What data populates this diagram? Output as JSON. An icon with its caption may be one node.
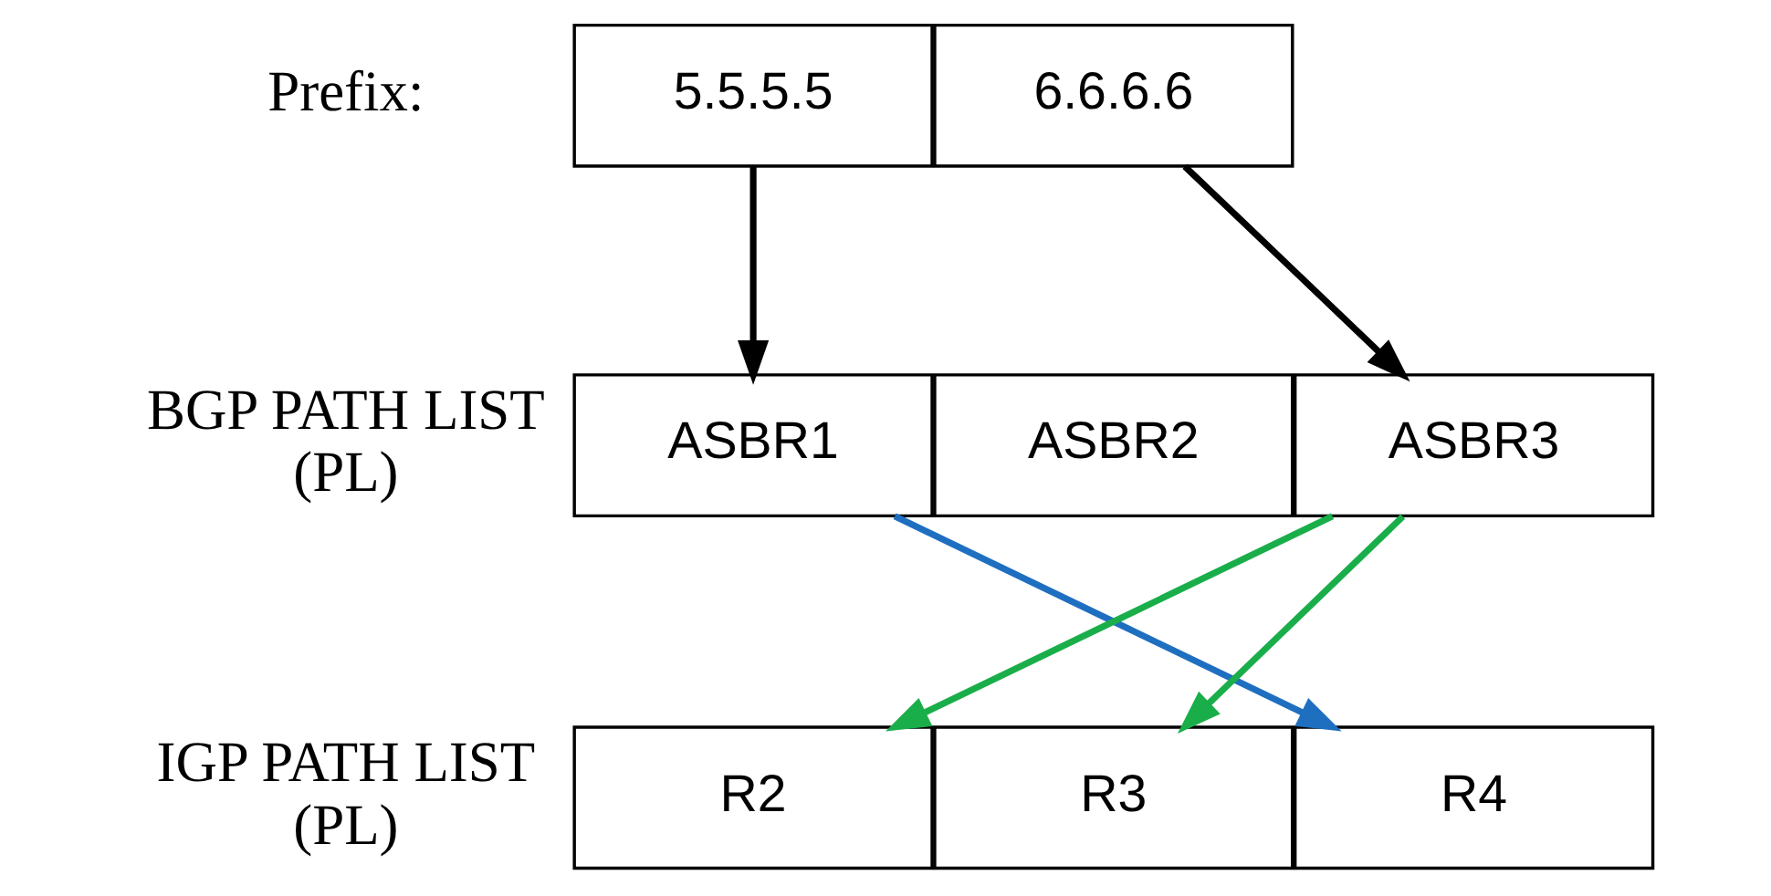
{
  "diagram": {
    "nodes": [
      {
        "text": [
          "5.5.5.5"
        ]
      },
      {
        "text": [
          "6.6.6.6"
        ]
      },
      {
        "text": [
          "ASBR1"
        ]
      },
      {
        "text": [
          "ASBR2"
        ]
      },
      {
        "text": [
          "ASBR3"
        ]
      },
      {
        "text": [
          "R2"
        ]
      },
      {
        "text": [
          "R3"
        ]
      },
      {
        "text": [
          "R4"
        ]
      }
    ],
    "edges": [
      {
        "from": 0,
        "to": 2,
        "arrow": "to"
      },
      {
        "from": 1,
        "to": 4,
        "arrow": "to"
      },
      {
        "from": 2,
        "to": 7,
        "arrow": "to",
        "color": "#1f6fc0"
      },
      {
        "from": 4,
        "to": 5,
        "arrow": "to",
        "color": "#1aae4a"
      },
      {
        "from": 4,
        "to": 6,
        "arrow": "to",
        "color": "#1aae4a"
      }
    ],
    "labels": [
      "Prefix:",
      "BGP PATH LIST (PL)",
      "IGP PATH LIST (PL)"
    ]
  }
}
